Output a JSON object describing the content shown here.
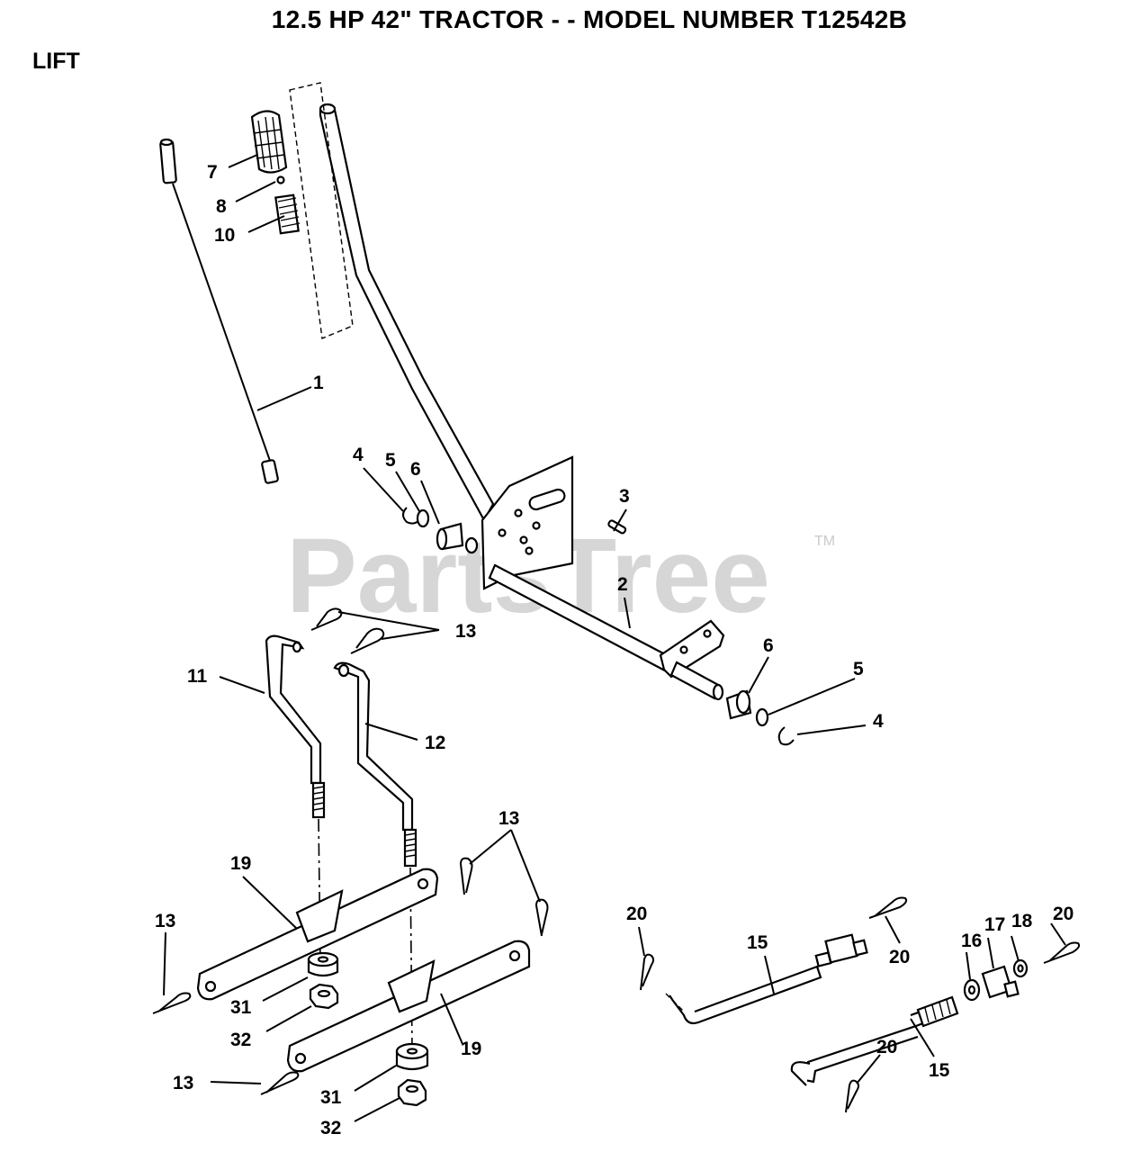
{
  "header": {
    "title": "12.5 HP 42\" TRACTOR - - MODEL NUMBER T12542B",
    "section": "LIFT"
  },
  "watermark": {
    "text": "PartsTree",
    "tm": "TM",
    "color": "#b5b5b5"
  },
  "callouts": [
    "1",
    "2",
    "3",
    "4",
    "5",
    "6",
    "7",
    "8",
    "10",
    "11",
    "12",
    "13",
    "15",
    "16",
    "17",
    "18",
    "19",
    "20",
    "31",
    "32"
  ]
}
